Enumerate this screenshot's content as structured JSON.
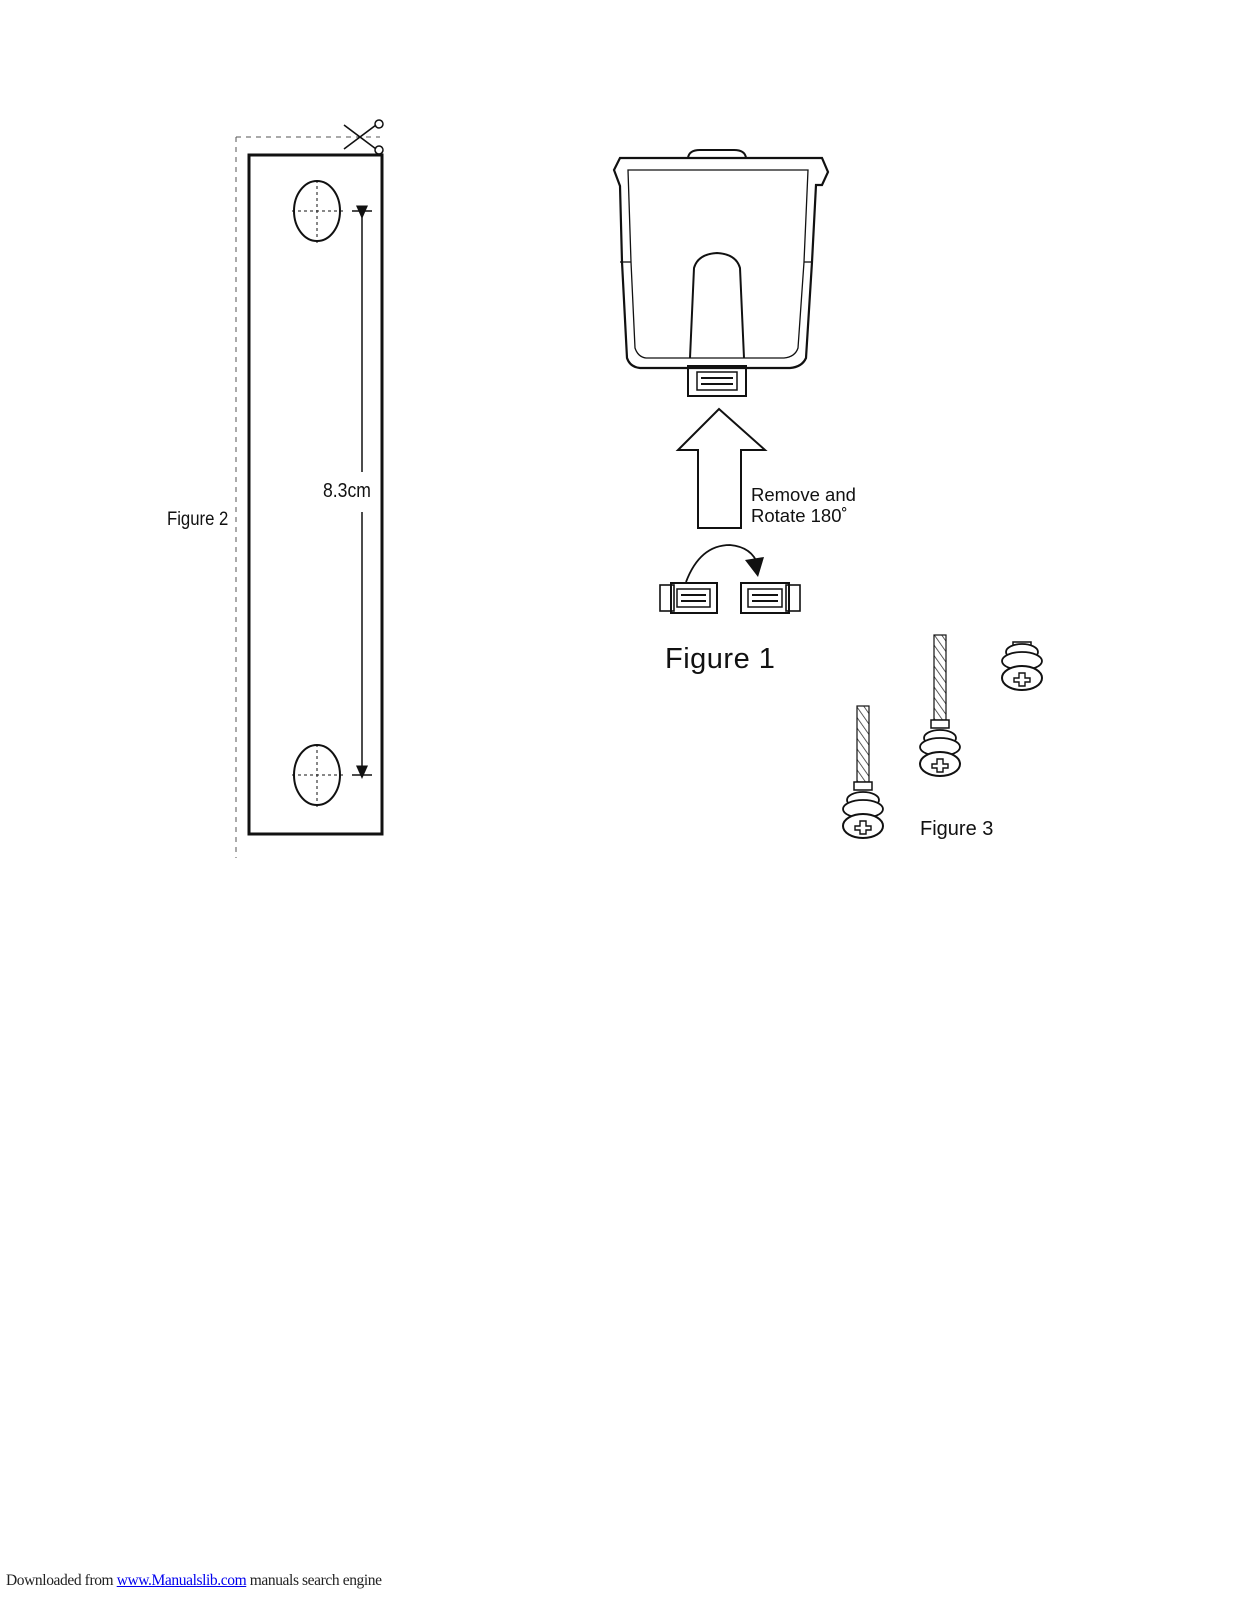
{
  "figure2": {
    "label": "Figure 2",
    "dimension_label": "8.3cm"
  },
  "figure1": {
    "label": "Figure 1",
    "instruction_line1": "Remove and",
    "instruction_line2": "Rotate 180˚"
  },
  "figure3": {
    "label": "Figure 3"
  },
  "footer": {
    "prefix": "Downloaded from ",
    "link_text": "www.Manualslib.com",
    "suffix": "  manuals search engine"
  },
  "icons": [
    "scissors-icon",
    "arrow-up-icon",
    "rotate-arrow-icon",
    "screw-icon"
  ],
  "colors": {
    "ink": "#111111",
    "link": "#0000ee",
    "paper": "#ffffff"
  }
}
